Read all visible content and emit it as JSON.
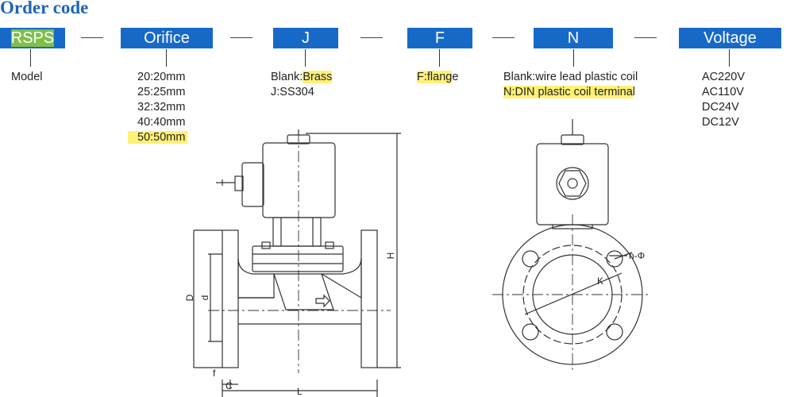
{
  "title": "Order code",
  "codes": {
    "rsps": "RSPS",
    "orifice": "Orifice",
    "j": "J",
    "f": "F",
    "n": "N",
    "voltage": "Voltage"
  },
  "separator": "—",
  "model_label": "Model",
  "orifice_options": [
    "20:20mm",
    "25:25mm",
    "32:32mm",
    "40:40mm",
    "50:50mm"
  ],
  "material_options": {
    "blank_prefix": "Blank:",
    "blank_value": "Brass",
    "ss": "J:SS304"
  },
  "flange_option": {
    "highlighted": "F:flang",
    "rest": "e"
  },
  "coil_options": {
    "blank": "Blank:wire lead plastic coil",
    "din_highlighted": "N:DIN plastic coil termina",
    "din_rest": "l"
  },
  "voltage_options": [
    "AC220V",
    "AC110V",
    "DC24V",
    "DC12V"
  ],
  "dimension_labels": {
    "H": "H",
    "D": "D",
    "d": "d",
    "f": "f",
    "C": "C",
    "L": "L",
    "n_phi": "n-Φ",
    "K": "K"
  },
  "colors": {
    "title": "#1f64b8",
    "box": "#1769c8",
    "highlight": "#fff176",
    "rsps_highlight": "#7fbf4a"
  }
}
